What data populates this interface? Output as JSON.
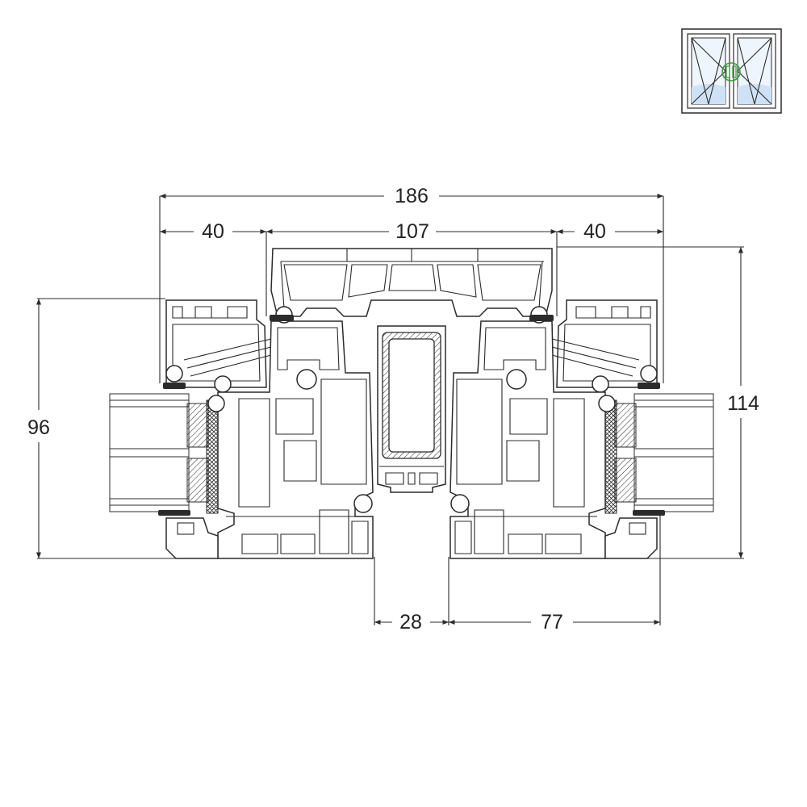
{
  "colors": {
    "line": "#2b2b2b",
    "glass_tint": "#cfe2f5",
    "mullion_marker": "#3a9a3a",
    "background": "#ffffff"
  },
  "icon": {
    "name": "double-window-tilt-turn-icon"
  },
  "dimensions": {
    "overall_width": "186",
    "left_frame": "40",
    "center_width": "107",
    "right_frame": "40",
    "left_height": "96",
    "right_height": "114",
    "gap": "28",
    "sash_width": "77"
  }
}
